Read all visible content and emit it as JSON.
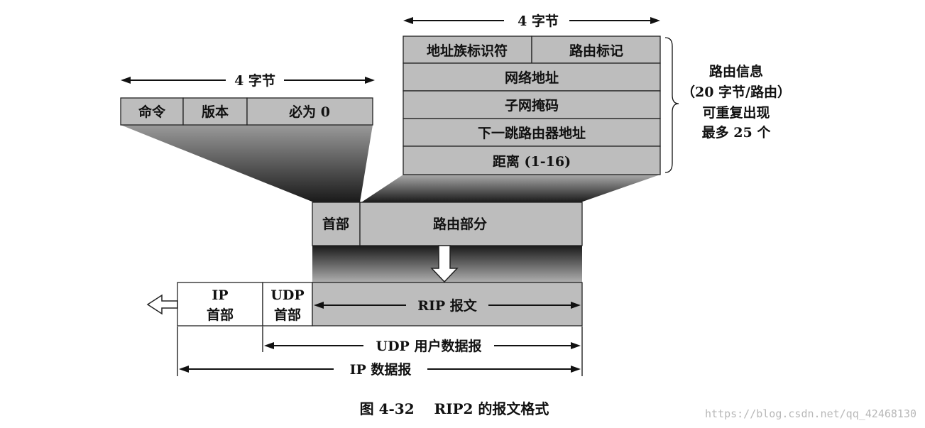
{
  "header_fields": {
    "width_label": "4 字节",
    "command": "命令",
    "version": "版本",
    "must_be_zero": "必为 0"
  },
  "route_fields": {
    "width_label": "4 字节",
    "address_family": "地址族标识符",
    "route_tag": "路由标记",
    "network_address": "网络地址",
    "subnet_mask": "子网掩码",
    "next_hop": "下一跳路由器地址",
    "distance": "距离 (1-16)"
  },
  "route_info_note": [
    "路由信息",
    "（20 字节/路由）",
    "可重复出现",
    "最多 25 个"
  ],
  "message": {
    "header": "首部",
    "route_part": "路由部分"
  },
  "datagram": {
    "ip_header": [
      "IP",
      "首部"
    ],
    "udp_header": [
      "UDP",
      "首部"
    ],
    "rip_message": "RIP 报文",
    "udp_datagram": "UDP 用户数据报",
    "ip_datagram": "IP 数据报"
  },
  "caption": "图 4-32    RIP2 的报文格式",
  "watermark": "https://blog.csdn.net/qq_42468130"
}
